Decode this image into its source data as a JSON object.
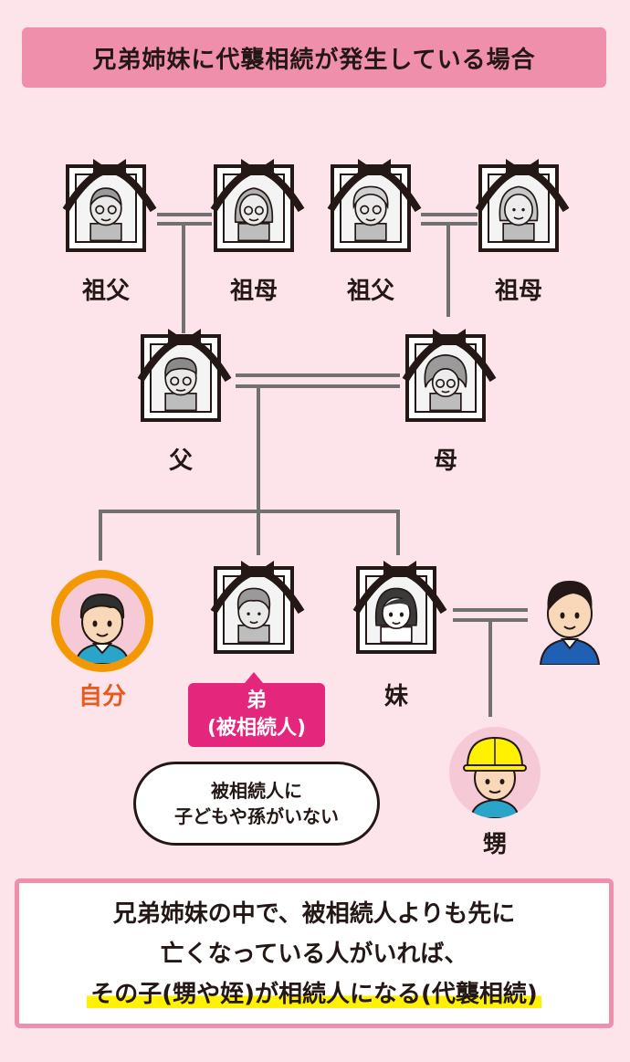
{
  "title": "兄弟姉妹に代襲相続が発生している場合",
  "persons": {
    "paternal_grandfather": "祖父",
    "paternal_grandmother": "祖母",
    "maternal_grandfather": "祖父",
    "maternal_grandmother": "祖母",
    "father": "父",
    "mother": "母",
    "self": "自分",
    "sister": "妹",
    "nephew": "甥"
  },
  "colors": {
    "background": "#fce4ea",
    "banner": "#ef8fab",
    "self_label": "#e85a1b",
    "decedent_tag": "#e4277d",
    "highlight": "#fff100"
  },
  "decedent_tag": {
    "line1": "弟",
    "line2": "(被相続人)"
  },
  "speech_bubble": {
    "line1": "被相続人に",
    "line2": "子どもや孫がいない"
  },
  "summary": {
    "line1": "兄弟姉妹の中で、被相続人よりも先に",
    "line2": "亡くなっている人がいれば、",
    "line3": "その子(甥や姪)が相続人になる(代襲相続)"
  },
  "icons": [
    "mourning-portrait-icon",
    "ribbon-icon",
    "person-icon",
    "yellow-helmet-icon"
  ]
}
